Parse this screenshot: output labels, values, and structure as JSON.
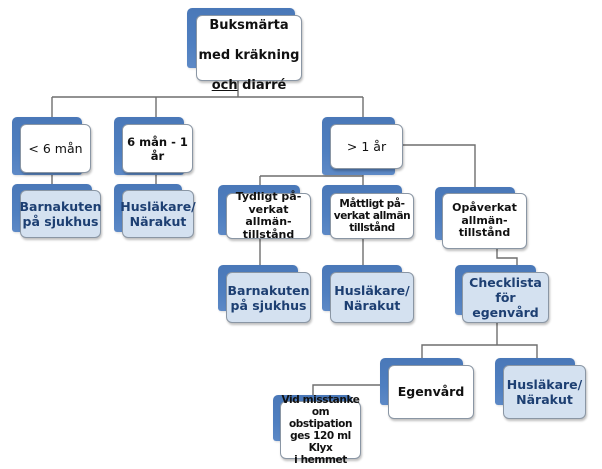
{
  "diagram": {
    "title": "Buksmärta med kräkning och diarré",
    "root": {
      "line1": "Buksmärta",
      "line2": "med kräkning",
      "line3_underlined": "och",
      "line3_rest": " diarré"
    },
    "age_groups": [
      {
        "label": "< 6 mån",
        "outcome": "Barnakuten\npå sjukhus"
      },
      {
        "label": "6 mån - 1 år",
        "outcome": "Husläkare/\nNärakut"
      },
      {
        "label": "> 1 år"
      }
    ],
    "condition_levels": [
      {
        "label": "Tydligt på-\nverkat allmän-\ntillstånd",
        "outcome": "Barnakuten\npå sjukhus"
      },
      {
        "label": "Måttligt på-\nverkat allmän\ntillstånd",
        "outcome": "Husläkare/\nNärakut"
      },
      {
        "label": "Opåverkat\nallmän-\ntillstånd",
        "outcome": "Checklista\nför egenvård"
      }
    ],
    "checklist_branches": [
      {
        "label": "Egenvård",
        "note": "Vid misstanke\nom obstipation\nges 120 ml Klyx\ni hemmet"
      },
      {
        "label": "Husläkare/\nNärakut"
      }
    ],
    "colors": {
      "box_back": "#4f7fc0",
      "box_front": "#ffffff",
      "outcome_front": "#d4e1f0",
      "outcome_text": "#1d3f72",
      "connector": "#6e6e6e"
    }
  }
}
